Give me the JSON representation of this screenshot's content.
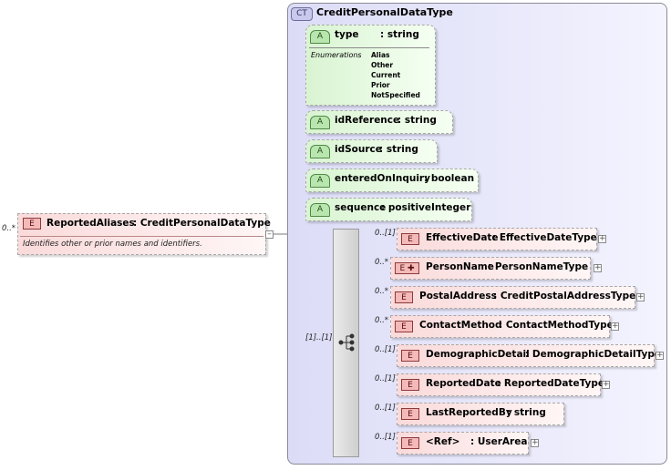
{
  "root_element": {
    "cardinality": "0..*",
    "badge": "E",
    "name": "ReportedAliases",
    "type": ": CreditPersonalDataType",
    "documentation": "Identifies other or prior names and identifiers."
  },
  "complex_type": {
    "badge": "CT",
    "name": "CreditPersonalDataType",
    "attributes": [
      {
        "badge": "A",
        "name": "type",
        "type": ": string",
        "enumerations_label": "Enumerations",
        "enumerations": [
          "Alias",
          "Other",
          "Current",
          "Prior",
          "NotSpecified"
        ]
      },
      {
        "badge": "A",
        "name": "idReference",
        "type": ": string"
      },
      {
        "badge": "A",
        "name": "idSource",
        "type": ": string"
      },
      {
        "badge": "A",
        "name": "enteredOnInquiry",
        "type": ": boolean"
      },
      {
        "badge": "A",
        "name": "sequence",
        "type": ": positiveInteger"
      }
    ],
    "sequence_cardinality": "[1]..[1]",
    "elements": [
      {
        "cardinality": "0..[1]",
        "badge": "E",
        "name": "EffectiveDate",
        "type": ": EffectiveDateType",
        "expandable": true
      },
      {
        "cardinality": "0..*",
        "badge": "E",
        "name": "PersonName",
        "type": ": PersonNameType",
        "expandable": true
      },
      {
        "cardinality": "0..*",
        "badge": "E",
        "name": "PostalAddress",
        "type": ": CreditPostalAddressType",
        "expandable": true
      },
      {
        "cardinality": "0..*",
        "badge": "E",
        "name": "ContactMethod",
        "type": ": ContactMethodType",
        "expandable": true
      },
      {
        "cardinality": "0..[1]",
        "badge": "E",
        "name": "DemographicDetail",
        "type": ": DemographicDetailType",
        "expandable": true
      },
      {
        "cardinality": "0..[1]",
        "badge": "E",
        "name": "ReportedDate",
        "type": ": ReportedDateType",
        "expandable": true
      },
      {
        "cardinality": "0..[1]",
        "badge": "E",
        "name": "LastReportedBy",
        "type": ": string",
        "expandable": false
      },
      {
        "cardinality": "0..[1]",
        "badge": "E",
        "name": "<Ref>",
        "type": ": UserArea",
        "expandable": true
      }
    ]
  }
}
